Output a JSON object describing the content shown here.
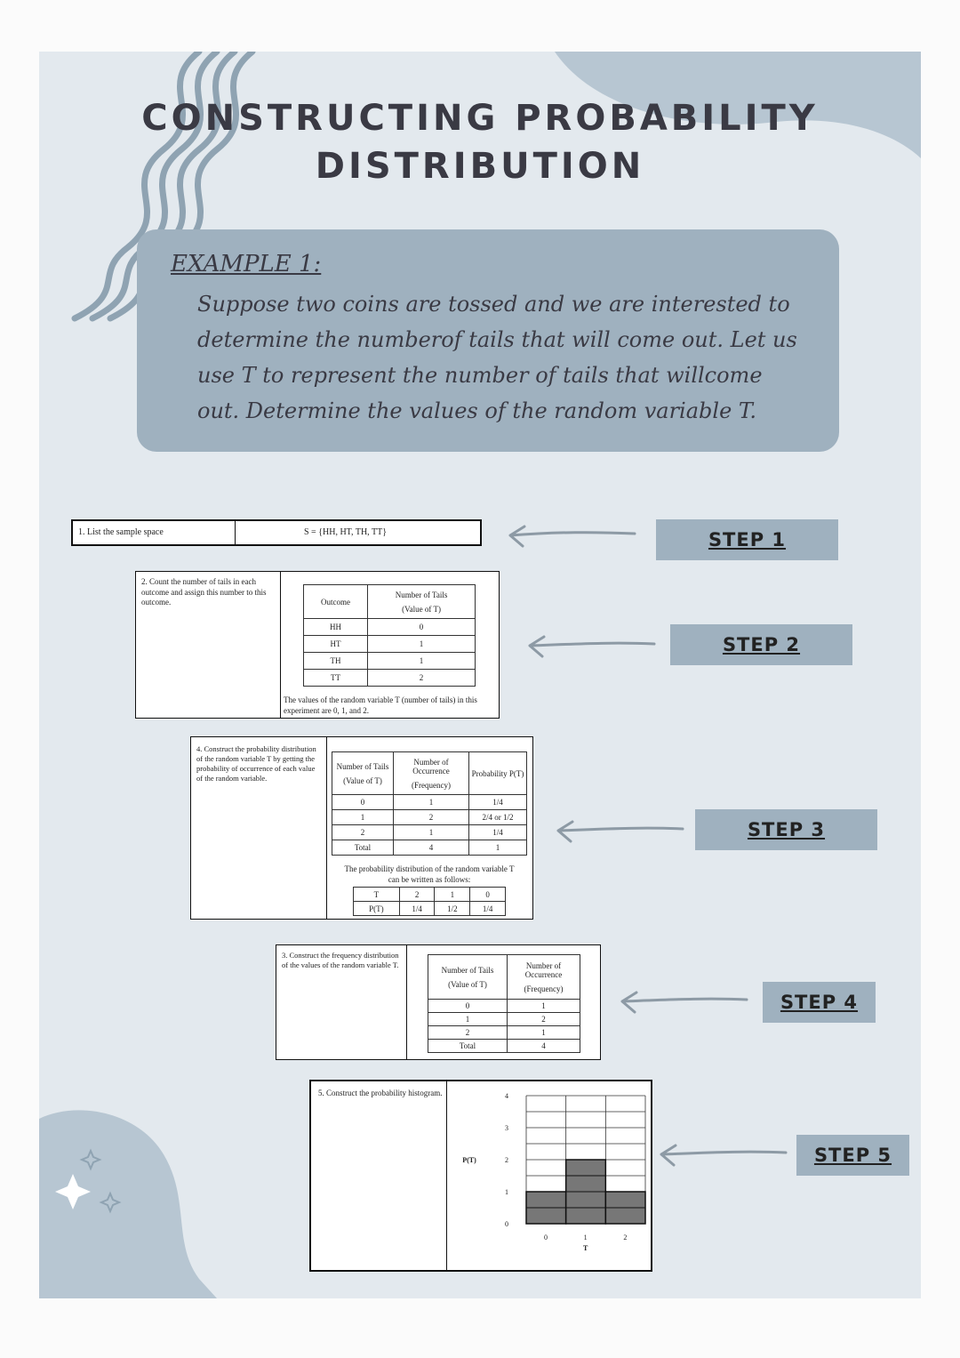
{
  "title": {
    "line1": "CONSTRUCTING PROBABILITY",
    "line2": "DISTRIBUTION"
  },
  "example": {
    "heading": "EXAMPLE 1:",
    "text": "Suppose two coins are tossed and we are interested to determine the numberof tails that will come out. Let us use T to represent the number of tails that willcome out. Determine the values of the random variable T."
  },
  "steps": [
    "STEP 1",
    "STEP 2",
    "STEP 3",
    "STEP 4",
    "STEP 5"
  ],
  "step1": {
    "instruction": "1.  List the sample space",
    "sample_space": "S = {HH, HT, TH, TT}"
  },
  "step2": {
    "instruction": "2.  Count the number of tails in each outcome and assign this number to this outcome.",
    "headers": [
      "Outcome",
      "Number of Tails",
      "(Value of T)"
    ],
    "rows": [
      [
        "HH",
        "0"
      ],
      [
        "HT",
        "1"
      ],
      [
        "TH",
        "1"
      ],
      [
        "TT",
        "2"
      ]
    ],
    "note": "The values of the random variable T (number of tails) in this experiment are 0, 1, and 2."
  },
  "step3": {
    "instruction": "4.  Construct the probability distribution of the random variable T by getting the probability of occurrence of each value of the random variable.",
    "headers": [
      "Number of Tails",
      "(Value of T)",
      "Number of Occurrence",
      "(Frequency)",
      "Probability P(T)"
    ],
    "rows": [
      [
        "0",
        "1",
        "1/4"
      ],
      [
        "1",
        "2",
        "2/4 or 1/2"
      ],
      [
        "2",
        "1",
        "1/4"
      ],
      [
        "Total",
        "4",
        "1"
      ]
    ],
    "note": "The probability distribution of the random variable T can be written as follows:",
    "dist_header": [
      "T",
      "2",
      "1",
      "0"
    ],
    "dist_values": [
      "P(T)",
      "1/4",
      "1/2",
      "1/4"
    ]
  },
  "step4": {
    "instruction": "3.  Construct the frequency distribution of the values of the random variable T.",
    "headers": [
      "Number of Tails",
      "(Value of T)",
      "Number of Occurrence",
      "(Frequency)"
    ],
    "rows": [
      [
        "0",
        "1"
      ],
      [
        "1",
        "2"
      ],
      [
        "2",
        "1"
      ],
      [
        "Total",
        "4"
      ]
    ]
  },
  "step5": {
    "instruction": "5.  Construct the probability histogram.",
    "ylabel": "P(T)",
    "xlabel": "T",
    "y_ticks": [
      "4",
      "3",
      "2",
      "1",
      "0"
    ],
    "x_ticks": [
      "0",
      "1",
      "2"
    ]
  },
  "chart_data": {
    "type": "bar",
    "categories": [
      "0",
      "1",
      "2"
    ],
    "values": [
      1,
      2,
      1
    ],
    "title": "",
    "xlabel": "T",
    "ylabel": "P(T)",
    "ylim": [
      0,
      4
    ],
    "grid": true
  },
  "colors": {
    "background": "#e3e9ee",
    "accent": "#9fb1bf",
    "text": "#3a3a44",
    "bar": "#777777"
  }
}
